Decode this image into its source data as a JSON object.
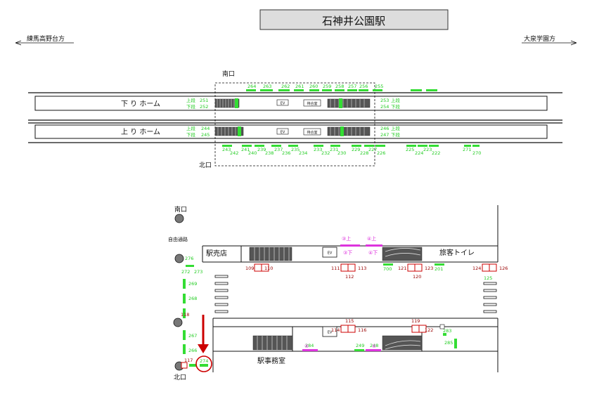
{
  "header": {
    "title": "石神井公園駅",
    "dir_left": "練馬高野台方",
    "dir_right": "大泉学園方"
  },
  "top_plan": {
    "south_exit": "南口",
    "north_exit": "北口",
    "platform_down": "下 り ホーム",
    "platform_up": "上 り ホーム",
    "ev_label": "EV",
    "waiting_room": "待合室",
    "down_left_tags": [
      "上段",
      "下段"
    ],
    "down_left_nums": [
      "251",
      "252"
    ],
    "down_right_tags": [
      "上段",
      "下段"
    ],
    "down_right_nums": [
      "253",
      "254"
    ],
    "up_left_tags": [
      "上段",
      "下段"
    ],
    "up_left_nums": [
      "244",
      "245"
    ],
    "up_right_tags": [
      "上段",
      "下段"
    ],
    "up_right_nums": [
      "246",
      "247"
    ],
    "top_numbers": [
      "264",
      "263",
      "262",
      "261",
      "260",
      "259",
      "258",
      "257",
      "256",
      "255"
    ],
    "bottom_numbers": [
      "243",
      "242",
      "241",
      "240",
      "239",
      "238",
      "237",
      "236",
      "235",
      "234",
      "233",
      "232",
      "231",
      "230",
      "229",
      "228",
      "227",
      "226",
      "225",
      "224",
      "223",
      "222",
      "271",
      "270"
    ]
  },
  "concourse": {
    "south_exit": "南口",
    "north_exit": "北口",
    "free_passage": "自由通路",
    "ticket_office": "駅売店",
    "ev_label": "EV",
    "toilet": "旅客トイレ",
    "station_office": "駅事務室",
    "mag_labels": [
      "③上",
      "④上",
      "③下",
      "④下",
      "⑤",
      "⑥"
    ],
    "green_numbers": [
      "276",
      "272",
      "273",
      "269",
      "268",
      "267",
      "266",
      "274",
      "700",
      "201",
      "283",
      "285",
      "284",
      "249",
      "248",
      "125"
    ],
    "red_numbers": [
      "109",
      "110",
      "111",
      "113",
      "112",
      "121",
      "123",
      "120",
      "124",
      "126",
      "118",
      "117",
      "115",
      "114",
      "116",
      "119",
      "122"
    ]
  },
  "colors": {
    "green": "#33dd33",
    "magenta": "#dd33dd",
    "red": "#cc0000",
    "dark_red": "#990000",
    "title_bg": "#dddddd"
  }
}
